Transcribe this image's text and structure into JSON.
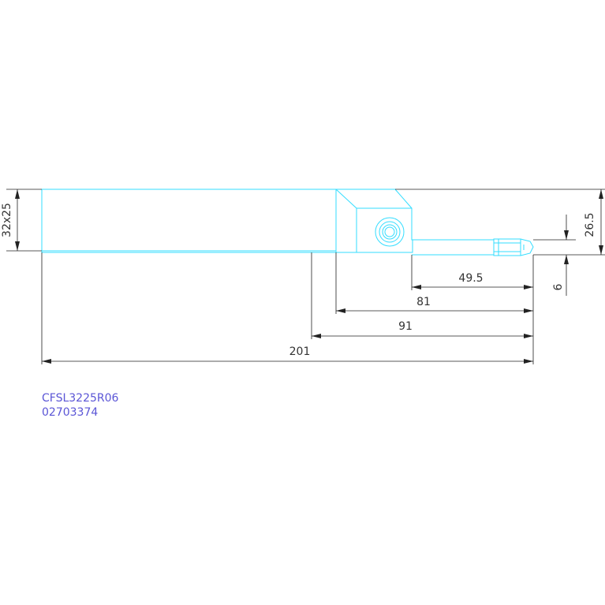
{
  "drawing": {
    "part_number": "CFSL3225R06",
    "item_code": "02703374",
    "dimensions": {
      "shank_section": "32x25",
      "height": "26.5",
      "width": "6",
      "len_49_5": "49.5",
      "len_81": "81",
      "len_91": "91",
      "len_201": "201"
    },
    "colors": {
      "part_outline": "#33ddff",
      "dimension_lines": "#222222",
      "label_text": "#5a55d6"
    }
  }
}
